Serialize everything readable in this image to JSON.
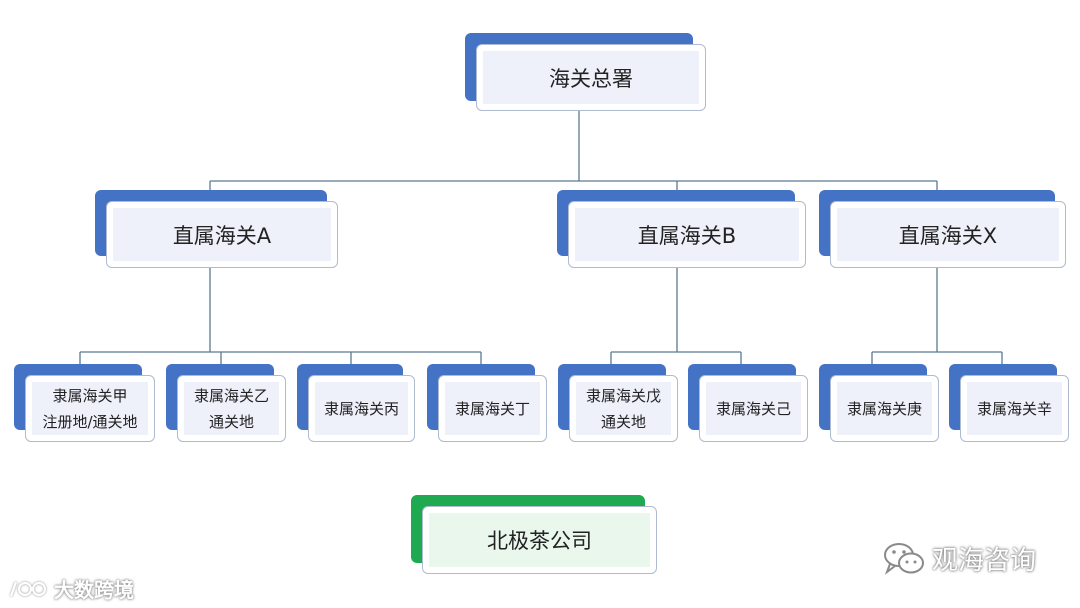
{
  "diagram": {
    "root": "海关总署",
    "level1": [
      "直属海关A",
      "直属海关B",
      "直属海关X"
    ],
    "level2": [
      {
        "line1": "隶属海关甲",
        "line2": "注册地/通关地"
      },
      {
        "line1": "隶属海关乙",
        "line2": "通关地"
      },
      {
        "line1": "隶属海关丙",
        "line2": ""
      },
      {
        "line1": "隶属海关丁",
        "line2": ""
      },
      {
        "line1": "隶属海关戊",
        "line2": "通关地"
      },
      {
        "line1": "隶属海关己",
        "line2": ""
      },
      {
        "line1": "隶属海关庚",
        "line2": ""
      },
      {
        "line1": "隶属海关辛",
        "line2": ""
      }
    ],
    "company": "北极茶公司"
  },
  "watermarks": {
    "left": "大数跨境",
    "right": "观海咨询"
  },
  "colors": {
    "blue_accent": "#4472c4",
    "green_accent": "#1faa52",
    "connector": "#5b7a8f"
  }
}
